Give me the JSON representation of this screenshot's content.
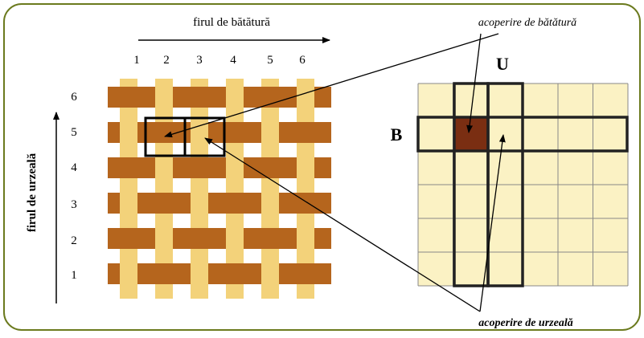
{
  "colors": {
    "frame": "#6b7a1e",
    "weft": "#b5651d",
    "warp": "#f3d27a",
    "grid_fill": "#fbf2c4",
    "grid_line": "#888888",
    "highlight_cell": "#7a2e12",
    "box": "#000000"
  },
  "weave": {
    "weft_axis_label": "firul de bătătură",
    "warp_axis_label": "firul de urzeală",
    "column_numbers": [
      "1",
      "2",
      "3",
      "4",
      "5",
      "6"
    ],
    "row_numbers": [
      "6",
      "5",
      "4",
      "3",
      "2",
      "1"
    ]
  },
  "grid": {
    "rows": 6,
    "cols": 6,
    "label_u": "U",
    "label_b": "B"
  },
  "annotations": {
    "weft_cover": "acoperire de bătătură",
    "warp_cover": "acoperire de urzeală"
  }
}
